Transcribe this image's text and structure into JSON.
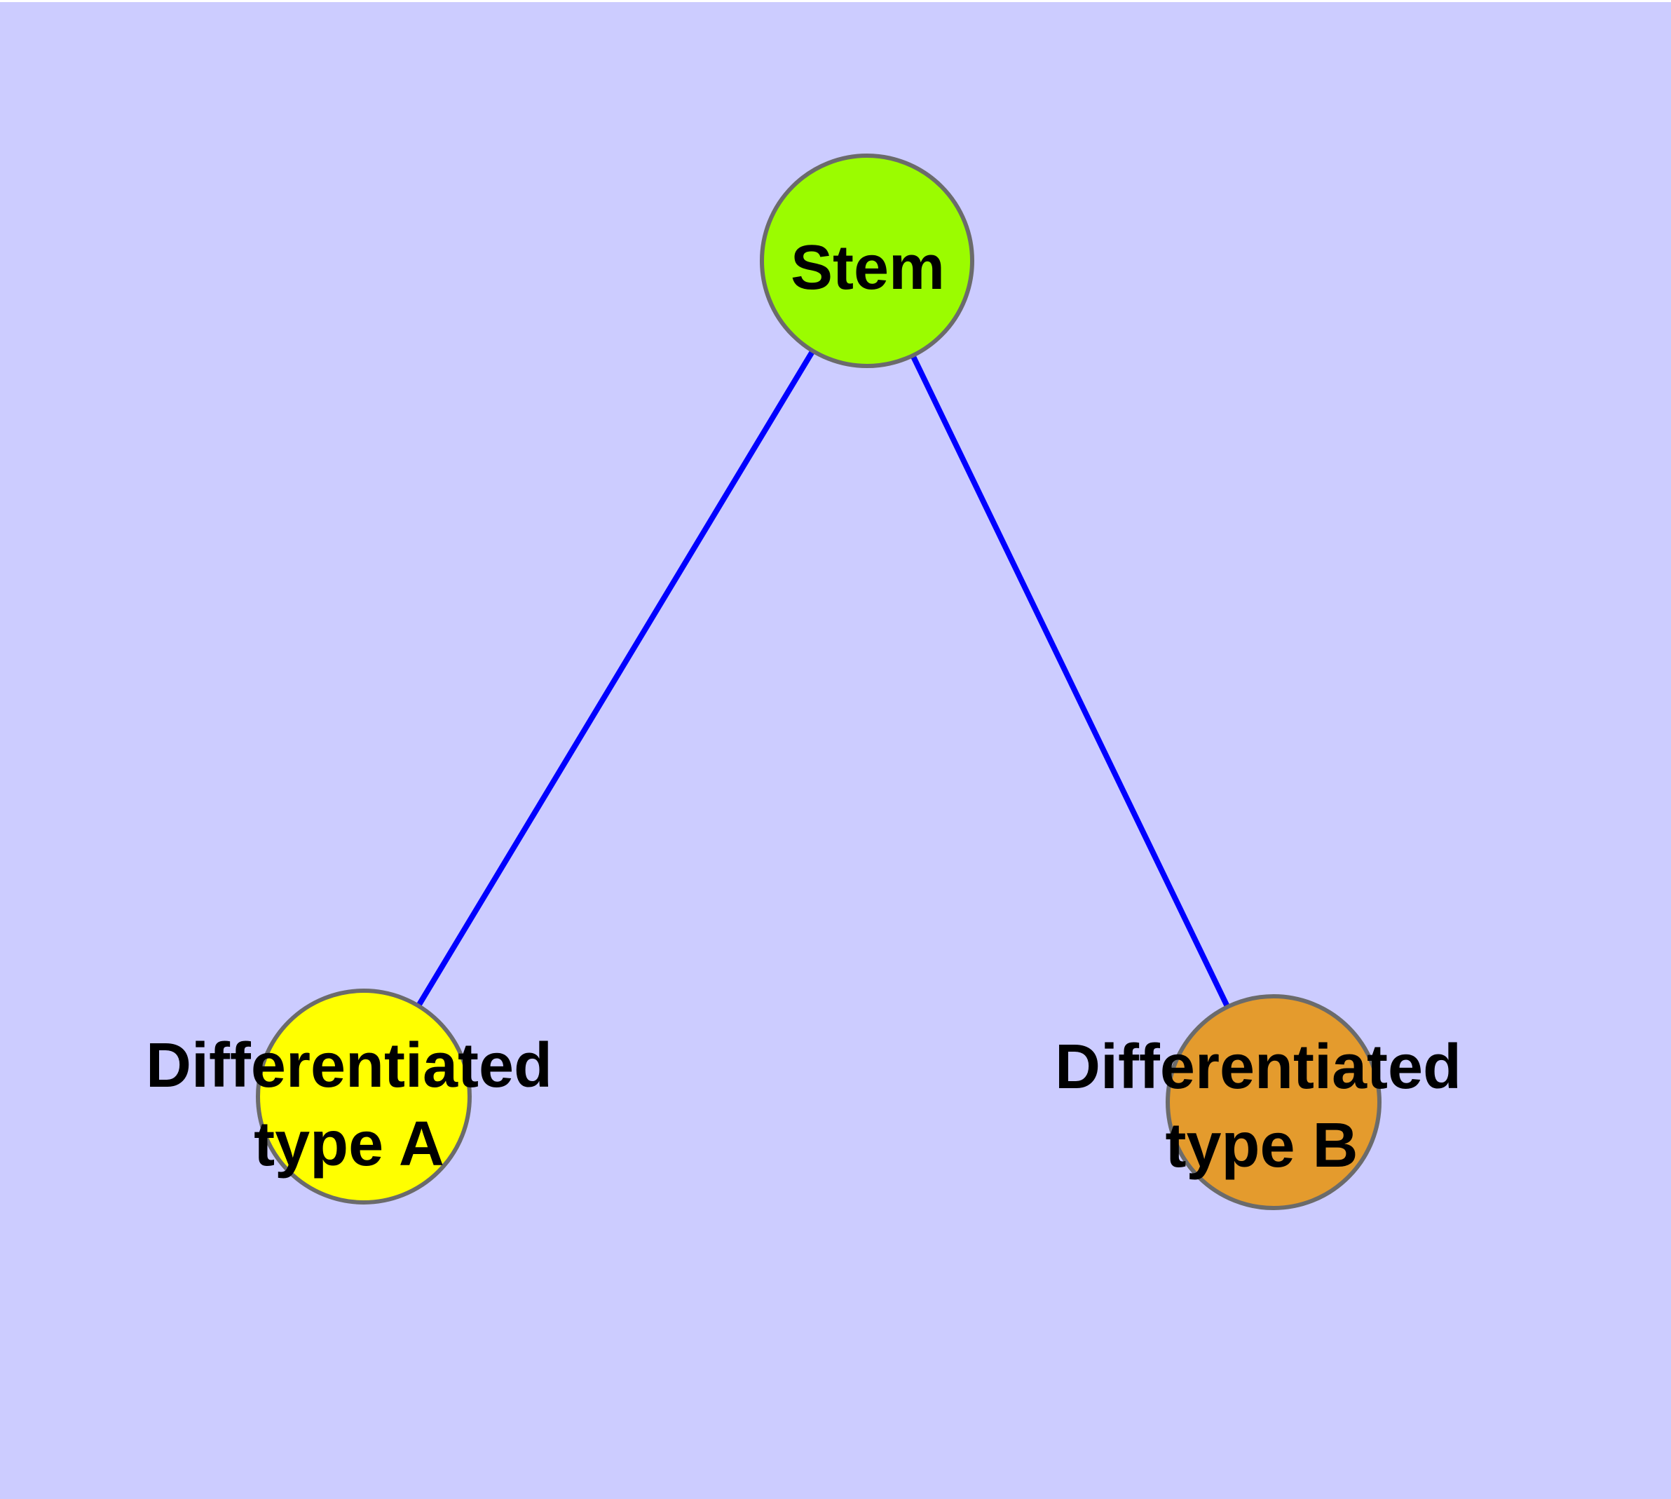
{
  "diagram": {
    "type": "node-link graph",
    "nodes": {
      "stem": {
        "label": "Stem",
        "color": "#9BFC00"
      },
      "type_a": {
        "label_line1": "Differentiated",
        "label_line2": "type A",
        "color": "#FFFF00"
      },
      "type_b": {
        "label_line1": "Differentiated",
        "label_line2": "type B",
        "color": "#E49B2D"
      }
    },
    "edges": [
      {
        "from": "Stem",
        "to": "Differentiated type A"
      },
      {
        "from": "Stem",
        "to": "Differentiated type B"
      }
    ]
  },
  "colors": {
    "background": "#CCCCFF",
    "page_margin": "#FFFFFF",
    "edge": "#0000FF",
    "node_border": "#6B6B6B",
    "text": "#000000",
    "node_stem": "#9BFC00",
    "node_type_a": "#FFFF00",
    "node_type_b": "#E49B2D"
  }
}
